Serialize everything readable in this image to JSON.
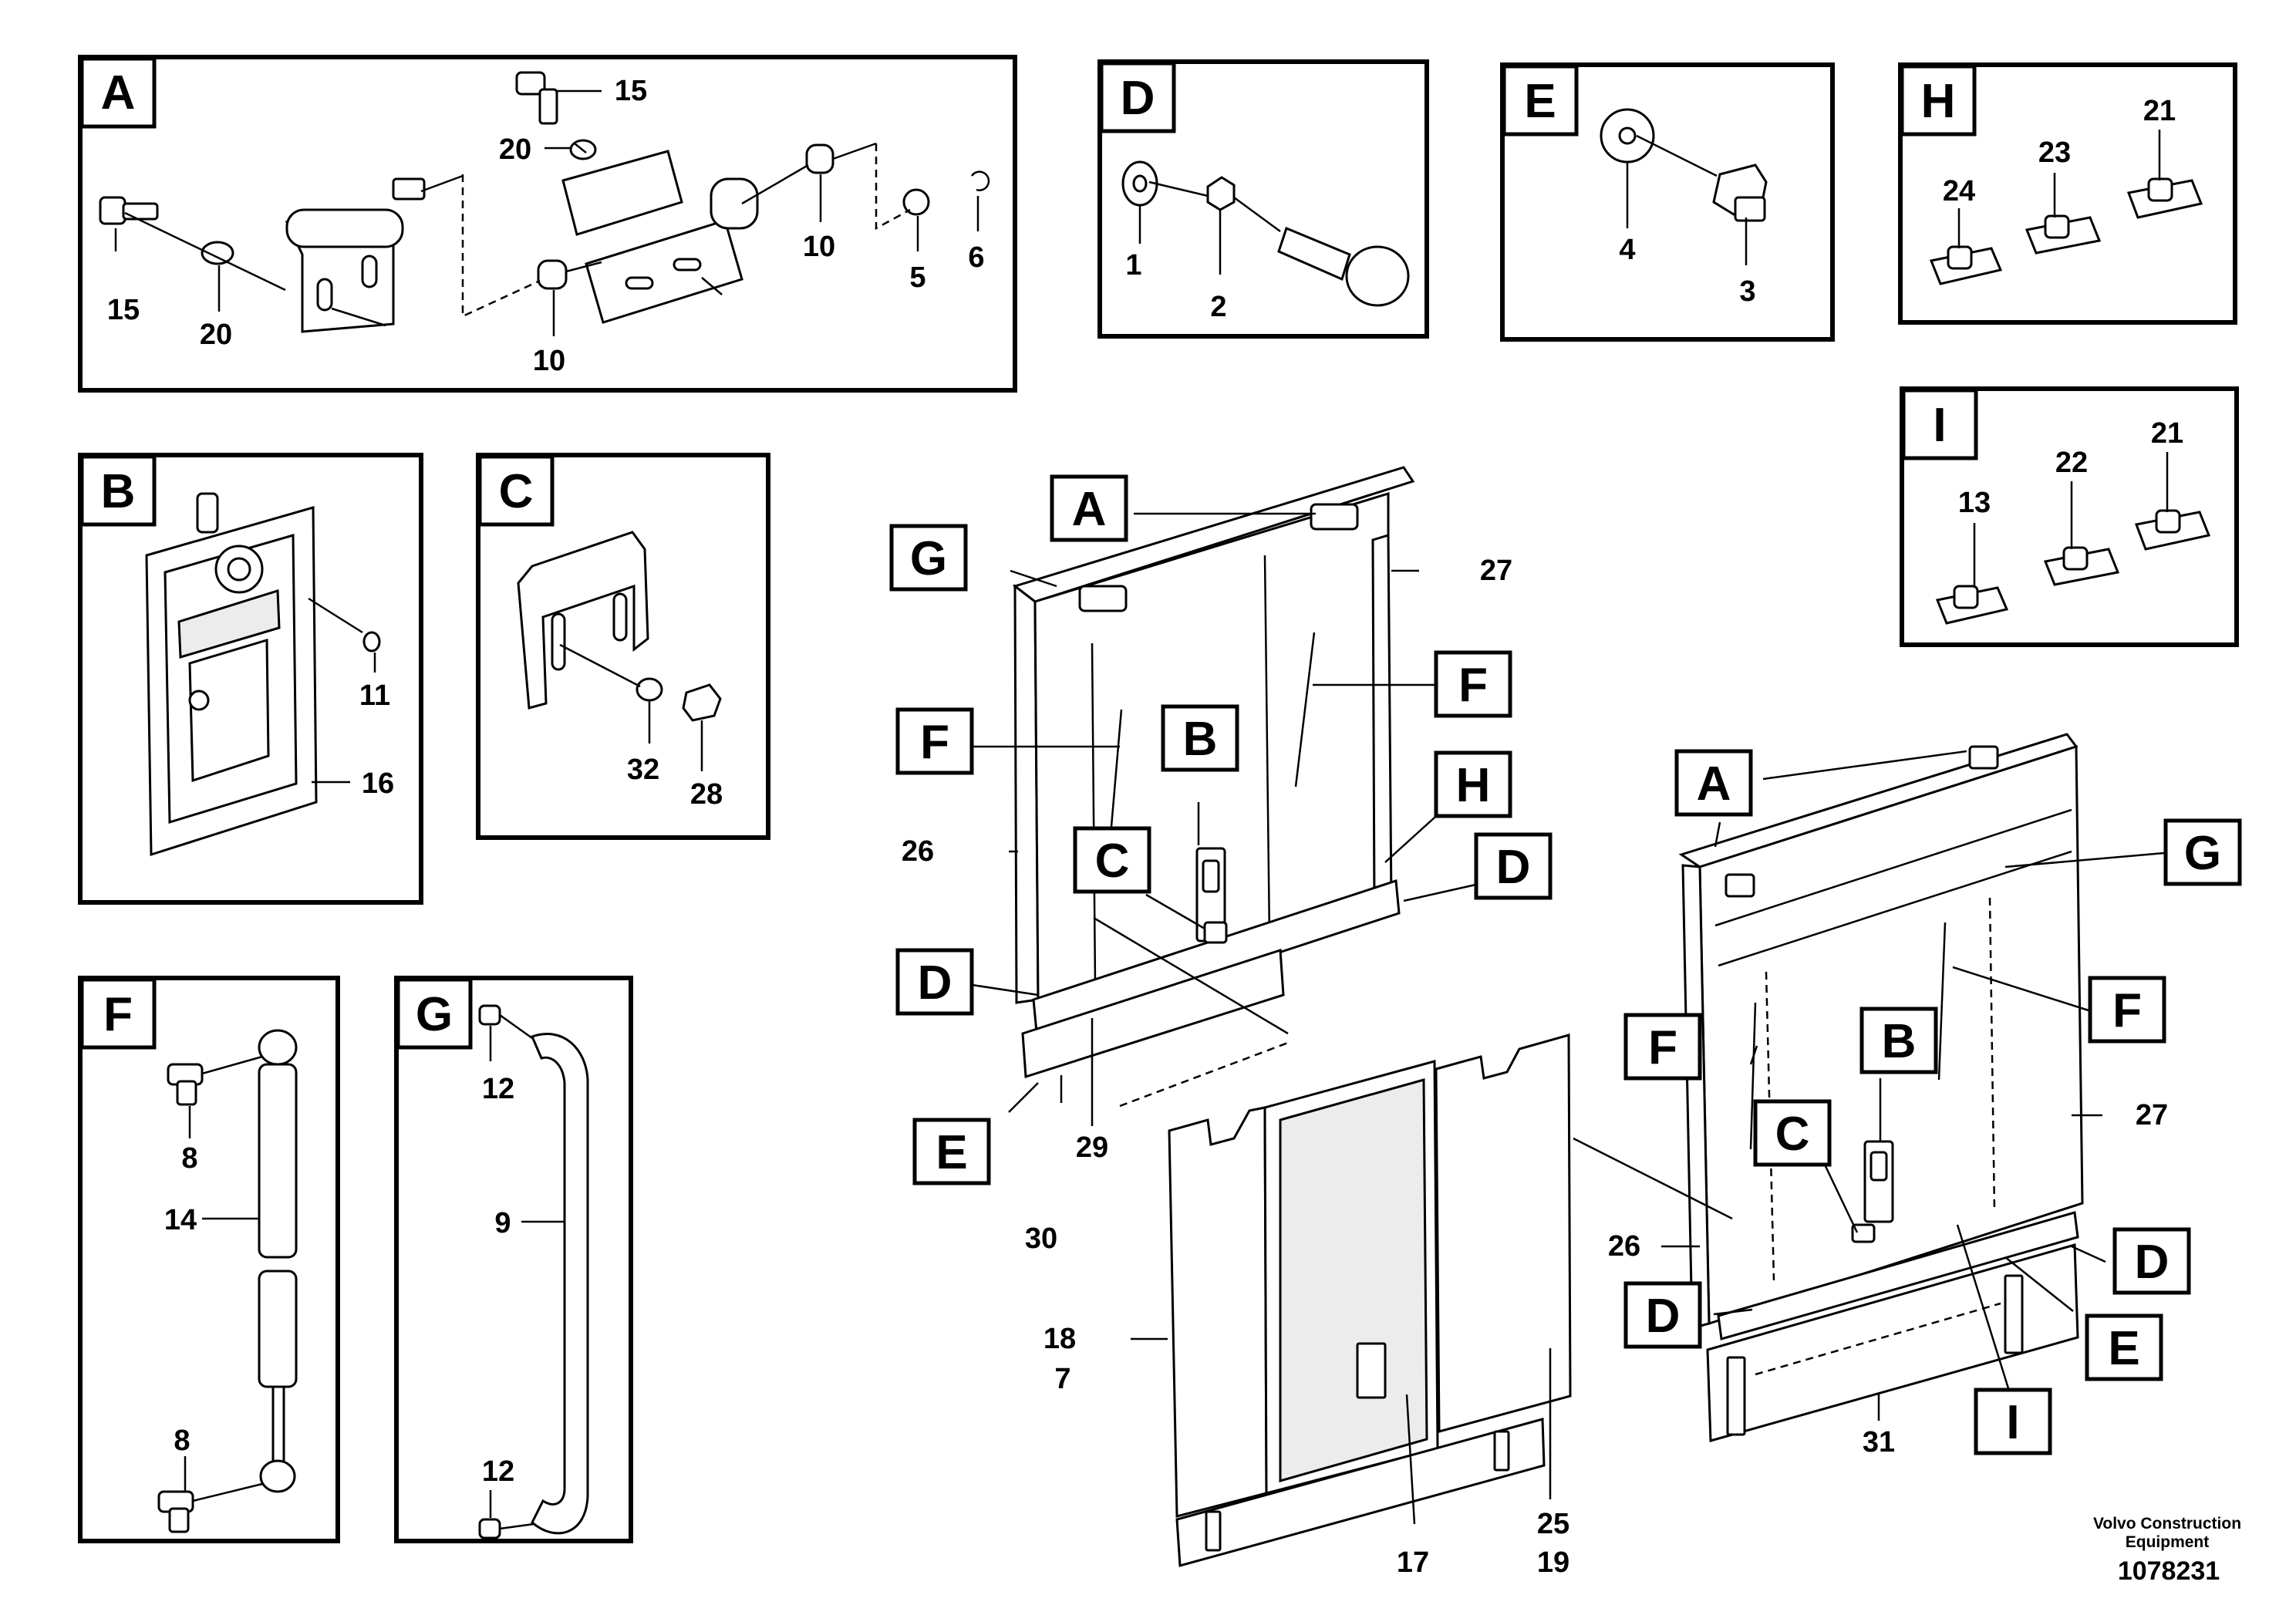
{
  "detail_views": {
    "A": {
      "letter": "A",
      "callouts": [
        "15",
        "20",
        "15",
        "20",
        "10",
        "10",
        "5",
        "6"
      ]
    },
    "B": {
      "letter": "B",
      "callouts": [
        "11",
        "16"
      ]
    },
    "C": {
      "letter": "C",
      "callouts": [
        "32",
        "28"
      ]
    },
    "D": {
      "letter": "D",
      "callouts": [
        "1",
        "2"
      ]
    },
    "E": {
      "letter": "E",
      "callouts": [
        "4",
        "3"
      ]
    },
    "F": {
      "letter": "F",
      "callouts": [
        "8",
        "14",
        "8"
      ]
    },
    "G": {
      "letter": "G",
      "callouts": [
        "12",
        "9",
        "12"
      ]
    },
    "H": {
      "letter": "H",
      "callouts": [
        "24",
        "23",
        "21"
      ]
    },
    "I": {
      "letter": "I",
      "callouts": [
        "13",
        "22",
        "21"
      ]
    }
  },
  "main_left": {
    "tags": [
      "A",
      "G",
      "F",
      "F",
      "B",
      "H",
      "C",
      "D",
      "D",
      "E"
    ],
    "callouts": [
      "27",
      "26",
      "29",
      "30",
      "18",
      "7",
      "17",
      "25",
      "19"
    ]
  },
  "main_right": {
    "tags": [
      "A",
      "G",
      "F",
      "F",
      "B",
      "C",
      "D",
      "D",
      "E",
      "I"
    ],
    "callouts": [
      "27",
      "26",
      "31"
    ]
  },
  "credit": {
    "line1": "Volvo Construction",
    "line2": "Equipment",
    "doc_number": "1078231"
  }
}
